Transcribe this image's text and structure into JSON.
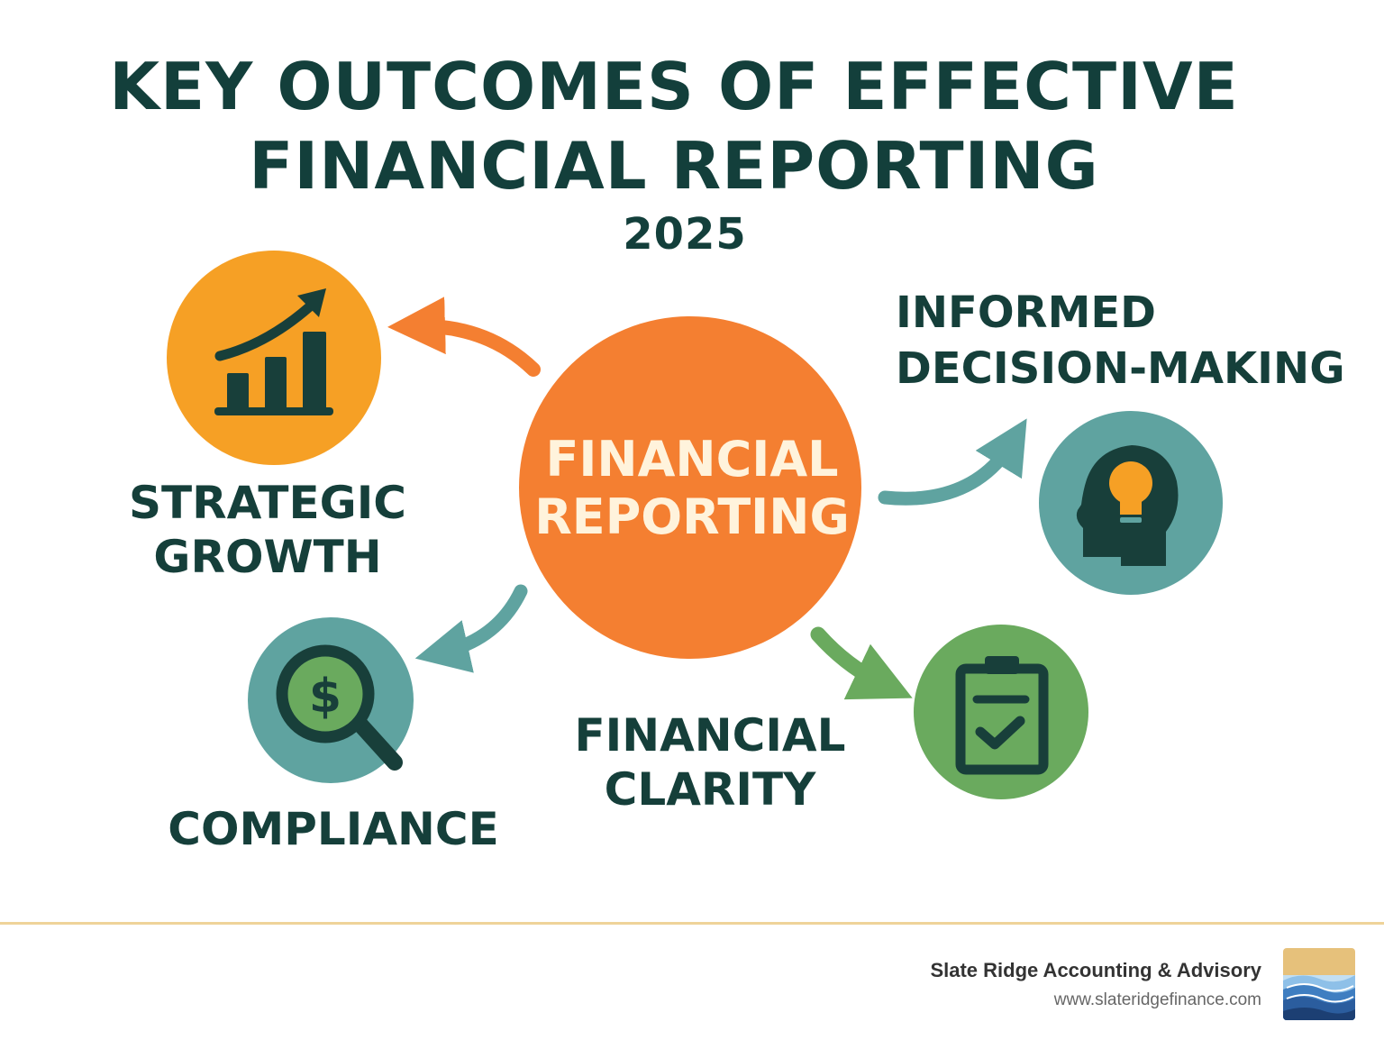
{
  "title": {
    "line1": "KEY OUTCOMES OF EFFECTIVE",
    "line2": "FINANCIAL REPORTING"
  },
  "year": "2025",
  "center": {
    "line1": "FINANCIAL",
    "line2": "REPORTING",
    "color": "#f47f31"
  },
  "outcomes": [
    {
      "line1": "STRATEGIC",
      "line2": "GROWTH",
      "icon": "growth-chart-icon",
      "color": "#f6a025"
    },
    {
      "line1": "INFORMED",
      "line2": "DECISION-MAKING",
      "icon": "head-lightbulb-icon",
      "color": "#5fa3a0"
    },
    {
      "line1": "COMPLIANCE",
      "icon": "dollar-magnifier-icon",
      "color": "#5fa3a0"
    },
    {
      "line1": "FINANCIAL",
      "line2": "CLARITY",
      "icon": "clipboard-check-icon",
      "color": "#6aaa5e"
    }
  ],
  "footer": {
    "company": "Slate Ridge Accounting & Advisory",
    "url": "www.slateridgefinance.com"
  }
}
